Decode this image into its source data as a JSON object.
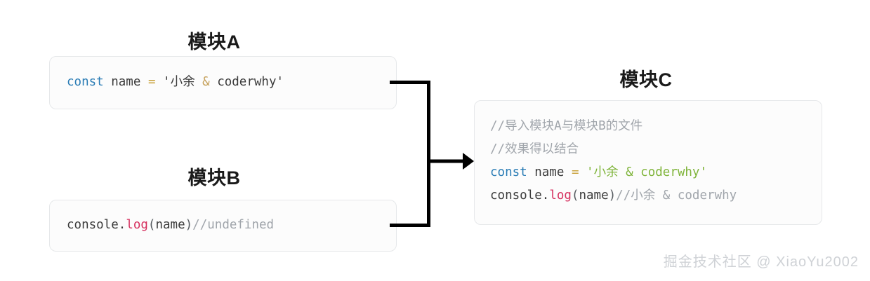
{
  "diagram": {
    "title_a": "模块A",
    "title_b": "模块B",
    "title_c": "模块C",
    "watermark": "掘金技术社区 @ XiaoYu2002",
    "colors": {
      "background": "#ffffff",
      "card_background": "#fcfcfc",
      "card_border": "#e6e8ea",
      "title_text": "#1a1a1a",
      "keyword": "#2a7cb5",
      "method": "#d6315f",
      "comment": "#a0a5ab",
      "string_green": "#7fb43a",
      "operator": "#c9a23c",
      "ampersand": "#c5a059",
      "arrow": "#000000",
      "watermark": "#cfd2d6"
    }
  },
  "module_a": {
    "code": {
      "keyword": "const",
      "space1": " ",
      "varname": "name",
      "space2": " ",
      "equals": "=",
      "space3": " ",
      "quote_open": "'小余 ",
      "ampersand": "&",
      "quote_close": " coderwhy'"
    },
    "full_text": "const name = '小余 & coderwhy'"
  },
  "module_b": {
    "code": {
      "object": "console",
      "dot": ".",
      "method": "log",
      "paren_open": "(",
      "arg": "name",
      "paren_close": ")",
      "comment": "//undefined"
    },
    "full_text": "console.log(name)//undefined"
  },
  "module_c": {
    "lines": [
      {
        "comment": "//导入模块A与模块B的文件"
      },
      {
        "comment": "//效果得以结合"
      }
    ],
    "code_line_3": {
      "keyword": "const",
      "varname": "name",
      "equals": "=",
      "string": "'小余 & coderwhy'"
    },
    "code_line_4": {
      "object": "console",
      "dot": ".",
      "method": "log",
      "paren_open": "(",
      "arg": "name",
      "paren_close": ")",
      "comment": "//小余 & coderwhy"
    },
    "full_text": "//导入模块A与模块B的文件\n//效果得以结合\nconst name = '小余 & coderwhy'\nconsole.log(name)//小余 & coderwhy"
  },
  "connector": {
    "label": "merge-arrow",
    "description": "Modules A and B join into a single arrow pointing to Module C"
  }
}
